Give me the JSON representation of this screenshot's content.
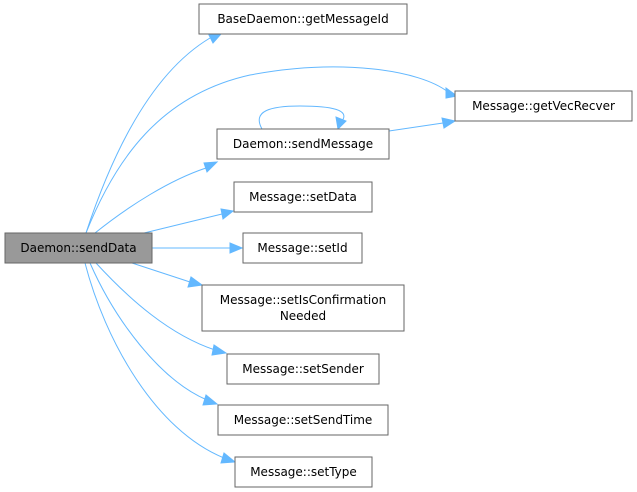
{
  "graph": {
    "root": {
      "id": "sendData",
      "label": "Daemon::sendData"
    },
    "nodes": [
      {
        "id": "getMessageId",
        "label": "BaseDaemon::getMessageId"
      },
      {
        "id": "getVecRecver",
        "label": "Message::getVecRecver"
      },
      {
        "id": "sendMessage",
        "label": "Daemon::sendMessage"
      },
      {
        "id": "setData",
        "label": "Message::setData"
      },
      {
        "id": "setId",
        "label": "Message::setId"
      },
      {
        "id": "setIsConfirmationNeeded",
        "label": "Message::setIsConfirmation Needed"
      },
      {
        "id": "setSender",
        "label": "Message::setSender"
      },
      {
        "id": "setSendTime",
        "label": "Message::setSendTime"
      },
      {
        "id": "setType",
        "label": "Message::setType"
      }
    ],
    "edges": [
      {
        "from": "sendData",
        "to": "getMessageId"
      },
      {
        "from": "sendData",
        "to": "getVecRecver"
      },
      {
        "from": "sendData",
        "to": "sendMessage"
      },
      {
        "from": "sendData",
        "to": "setData"
      },
      {
        "from": "sendData",
        "to": "setId"
      },
      {
        "from": "sendData",
        "to": "setIsConfirmationNeeded"
      },
      {
        "from": "sendData",
        "to": "setSender"
      },
      {
        "from": "sendData",
        "to": "setSendTime"
      },
      {
        "from": "sendData",
        "to": "setType"
      },
      {
        "from": "sendMessage",
        "to": "sendMessage"
      },
      {
        "from": "sendMessage",
        "to": "getVecRecver"
      }
    ],
    "colors": {
      "edge": "#63b8ff",
      "root_fill": "#999999",
      "border": "#666666"
    }
  }
}
